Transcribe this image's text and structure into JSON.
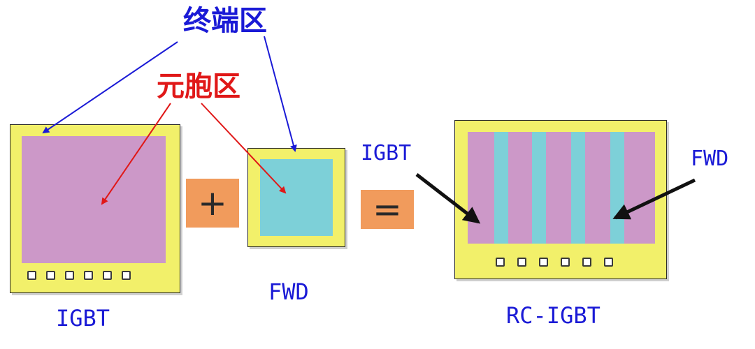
{
  "labels": {
    "termination_region": "终端区",
    "cell_region": "元胞区",
    "igbt_caption": "IGBT",
    "fwd_caption": "FWD",
    "rcigbt_caption": "RC-IGBT",
    "igbt_pointer": "IGBT",
    "fwd_pointer": "FWD"
  },
  "operators": {
    "plus": "+",
    "equals": "="
  },
  "colors": {
    "chip_frame": "#f2f06a",
    "igbt_cell": "#cc98c8",
    "fwd_cell": "#7dd0d8",
    "operator_box": "#f19b5c",
    "blue_label": "#1a1ad6",
    "red_label": "#e01818"
  }
}
